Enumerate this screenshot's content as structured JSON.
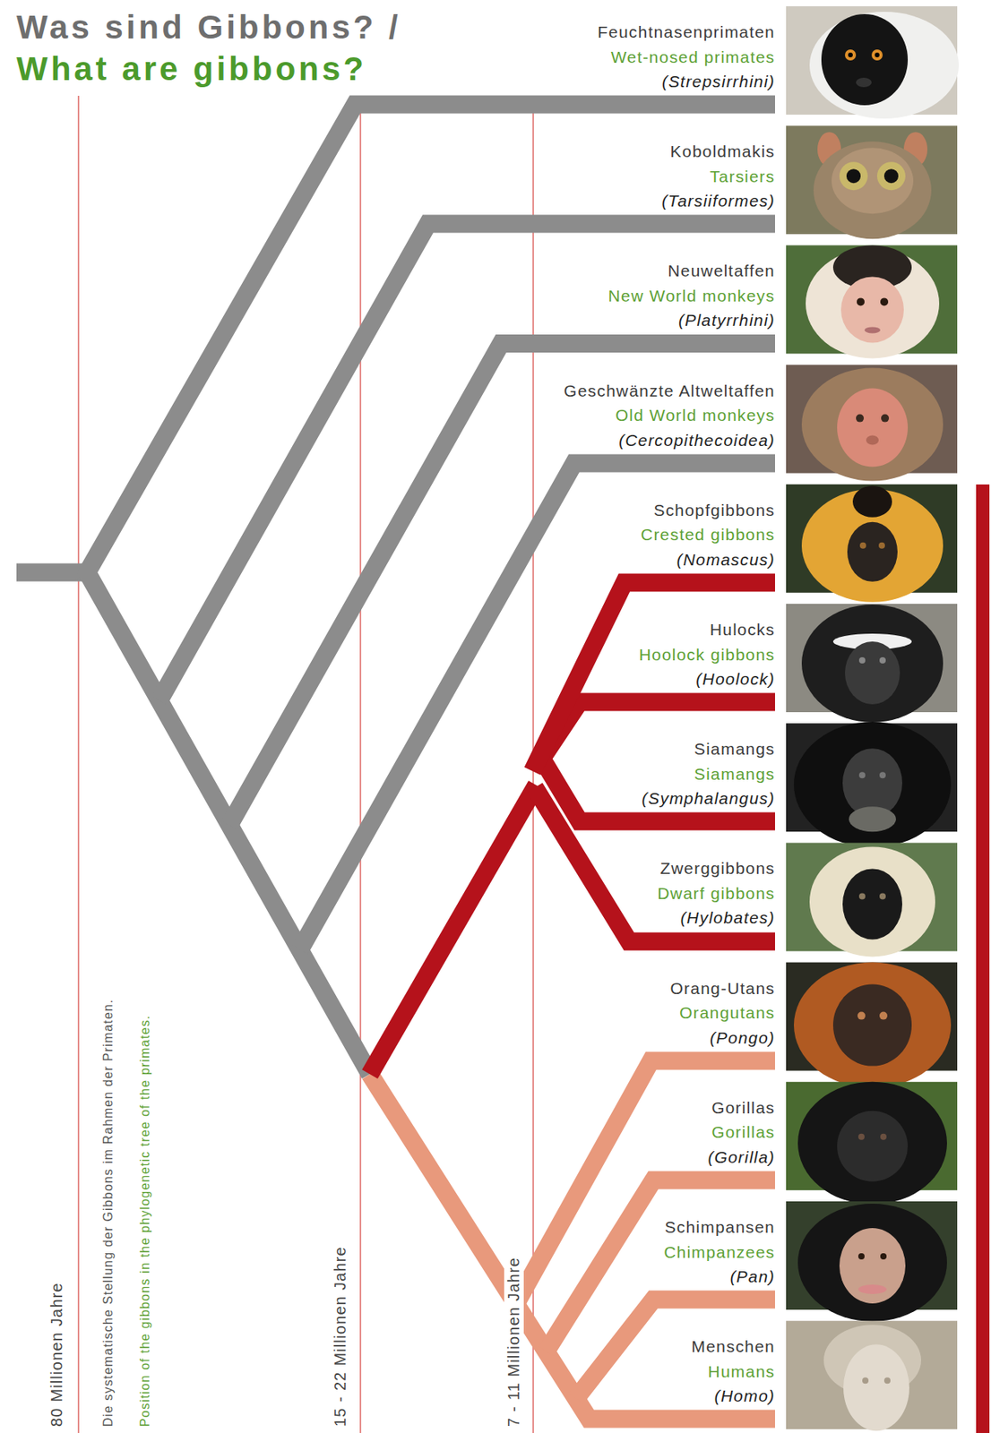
{
  "diagram": {
    "title": "Was sind Gibbons? /",
    "caption": "Die systematische Stellung der Gibbons im Rahmen der Primaten.",
    "nodes": [
      {
        "text": [
          "Feuchtnasenprimaten",
          "Wet-nosed primates",
          "(Strepsirrhini)"
        ]
      },
      {
        "text": [
          "Koboldmakis",
          "Tarsiers",
          "(Tarsiiformes)"
        ]
      },
      {
        "text": [
          "Neuweltaffen",
          "New World monkeys",
          "(Platyrrhini)"
        ]
      },
      {
        "text": [
          "Geschwänzte Altweltaffen",
          "Old World monkeys",
          "(Cercopithecoidea)"
        ]
      },
      {
        "text": [
          "Schopfgibbons",
          "Crested gibbons",
          "(Nomascus)"
        ]
      },
      {
        "text": [
          "Hulocks",
          "Hoolock gibbons",
          "(Hoolock)"
        ]
      },
      {
        "text": [
          "Siamangs",
          "Siamangs",
          "(Symphalangus)"
        ]
      },
      {
        "text": [
          "Zwerggibbons",
          "Dwarf gibbons",
          "(Hylobates)"
        ]
      },
      {
        "text": [
          "Orang-Utans",
          "Orangutans",
          "(Pongo)"
        ]
      },
      {
        "text": [
          "Gorillas",
          "Gorillas",
          "(Gorilla)"
        ]
      },
      {
        "text": [
          "Schimpansen",
          "Chimpanzees",
          "(Pan)"
        ]
      },
      {
        "text": [
          "Menschen",
          "Humans",
          "(Homo)"
        ]
      }
    ],
    "labels": [
      "What are gibbons?",
      "80 Millionen Jahre",
      "15 - 22 Millionen Jahre",
      "7 - 11 Millionen Jahre",
      "Position of the gibbons in the phylogenetic tree of the primates."
    ]
  }
}
